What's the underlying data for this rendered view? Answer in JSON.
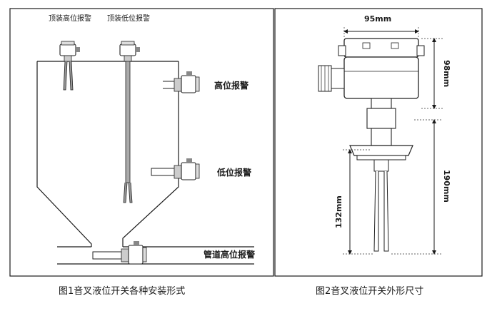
{
  "fig1": {
    "top_high_label": "顶装高位报警",
    "top_low_label": "顶装低位报警",
    "side_high_label": "高位报警",
    "side_low_label": "低位报警",
    "pipe_high_label": "管道高位报警",
    "caption": "图1音叉液位开关各种安装形式"
  },
  "fig2": {
    "width_dim": "95mm",
    "head_height_dim": "98mm",
    "total_length_dim": "190mm",
    "fork_length_dim": "132mm",
    "caption": "图2音叉液位开关外形尺寸"
  }
}
